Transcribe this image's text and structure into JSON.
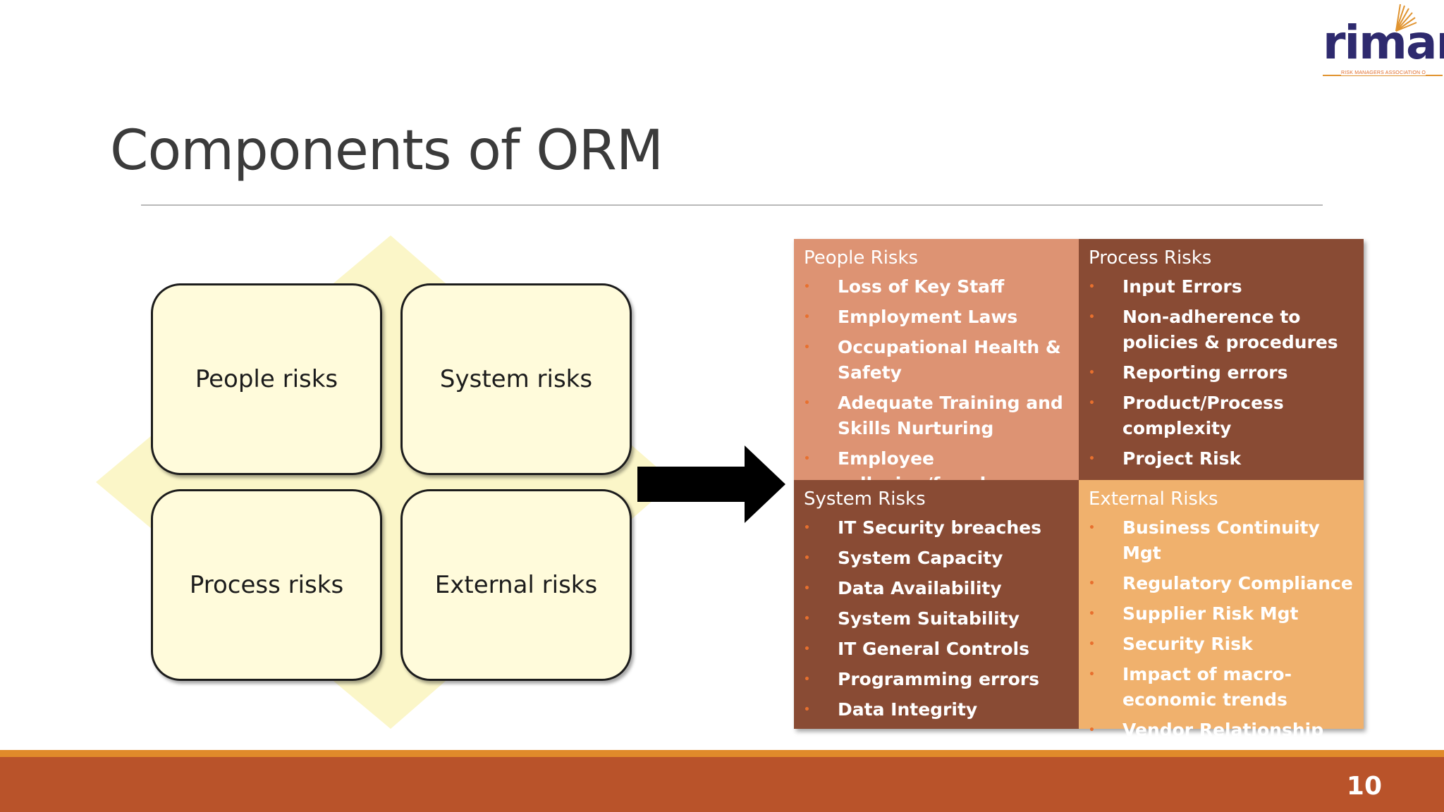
{
  "logo": {
    "word": "riman",
    "tagline": "RISK MANAGERS ASSOCIATION OF NIGERIA"
  },
  "slide": {
    "title": "Components of ORM",
    "page_number": "10"
  },
  "diagram": {
    "quadrants": [
      "People risks",
      "System risks",
      "Process risks",
      "External risks"
    ]
  },
  "panel": {
    "cells": [
      {
        "title": "People Risks",
        "items": [
          "Loss of Key Staff",
          "Employment Laws",
          "Occupational Health & Safety",
          "Adequate Training and Skills Nurturing",
          "Employee collusion/fraud"
        ]
      },
      {
        "title": "Process Risks",
        "items": [
          "Input Errors",
          "Non-adherence to policies & procedures",
          "Reporting errors",
          "Product/Process complexity",
          "Project Risk"
        ]
      },
      {
        "title": "System Risks",
        "items": [
          "IT Security breaches",
          "System Capacity",
          "Data Availability",
          "System Suitability",
          "IT General Controls",
          "Programming errors",
          "Data Integrity"
        ]
      },
      {
        "title": "External Risks",
        "items": [
          "Business Continuity Mgt",
          " Regulatory Compliance",
          " Supplier Risk Mgt",
          " Security Risk",
          "Impact of macro-economic trends",
          "Vendor Relationship Mgt"
        ]
      }
    ]
  },
  "colors": {
    "people_cell": "#dd9373",
    "process_cell": "#894b34",
    "system_cell": "#894b34",
    "external_cell": "#f0b16d",
    "footer": "#b9532a",
    "footer_stripe": "#e08a2a",
    "logo_text": "#2e2a6e"
  },
  "icons": {
    "arrow": "arrow-right-icon",
    "logo_fan": "fan-logo-icon"
  }
}
